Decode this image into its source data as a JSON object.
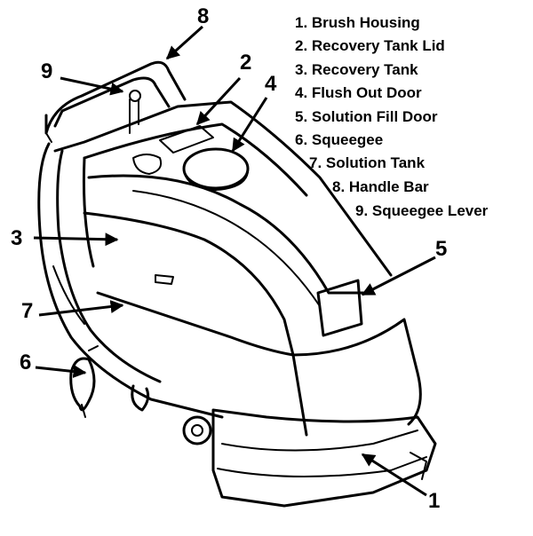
{
  "legend": {
    "items": [
      "1. Brush Housing",
      "2. Recovery Tank Lid",
      "3. Recovery Tank",
      "4. Flush Out Door",
      "5. Solution Fill Door",
      "6. Squeegee",
      "7. Solution Tank",
      "8. Handle Bar",
      "9. Squeegee Lever"
    ]
  },
  "callouts": {
    "c1": "1",
    "c2": "2",
    "c3": "3",
    "c4": "4",
    "c5": "5",
    "c6": "6",
    "c7": "7",
    "c8": "8",
    "c9": "9"
  },
  "colors": {
    "ink": "#000000",
    "background": "#ffffff"
  }
}
